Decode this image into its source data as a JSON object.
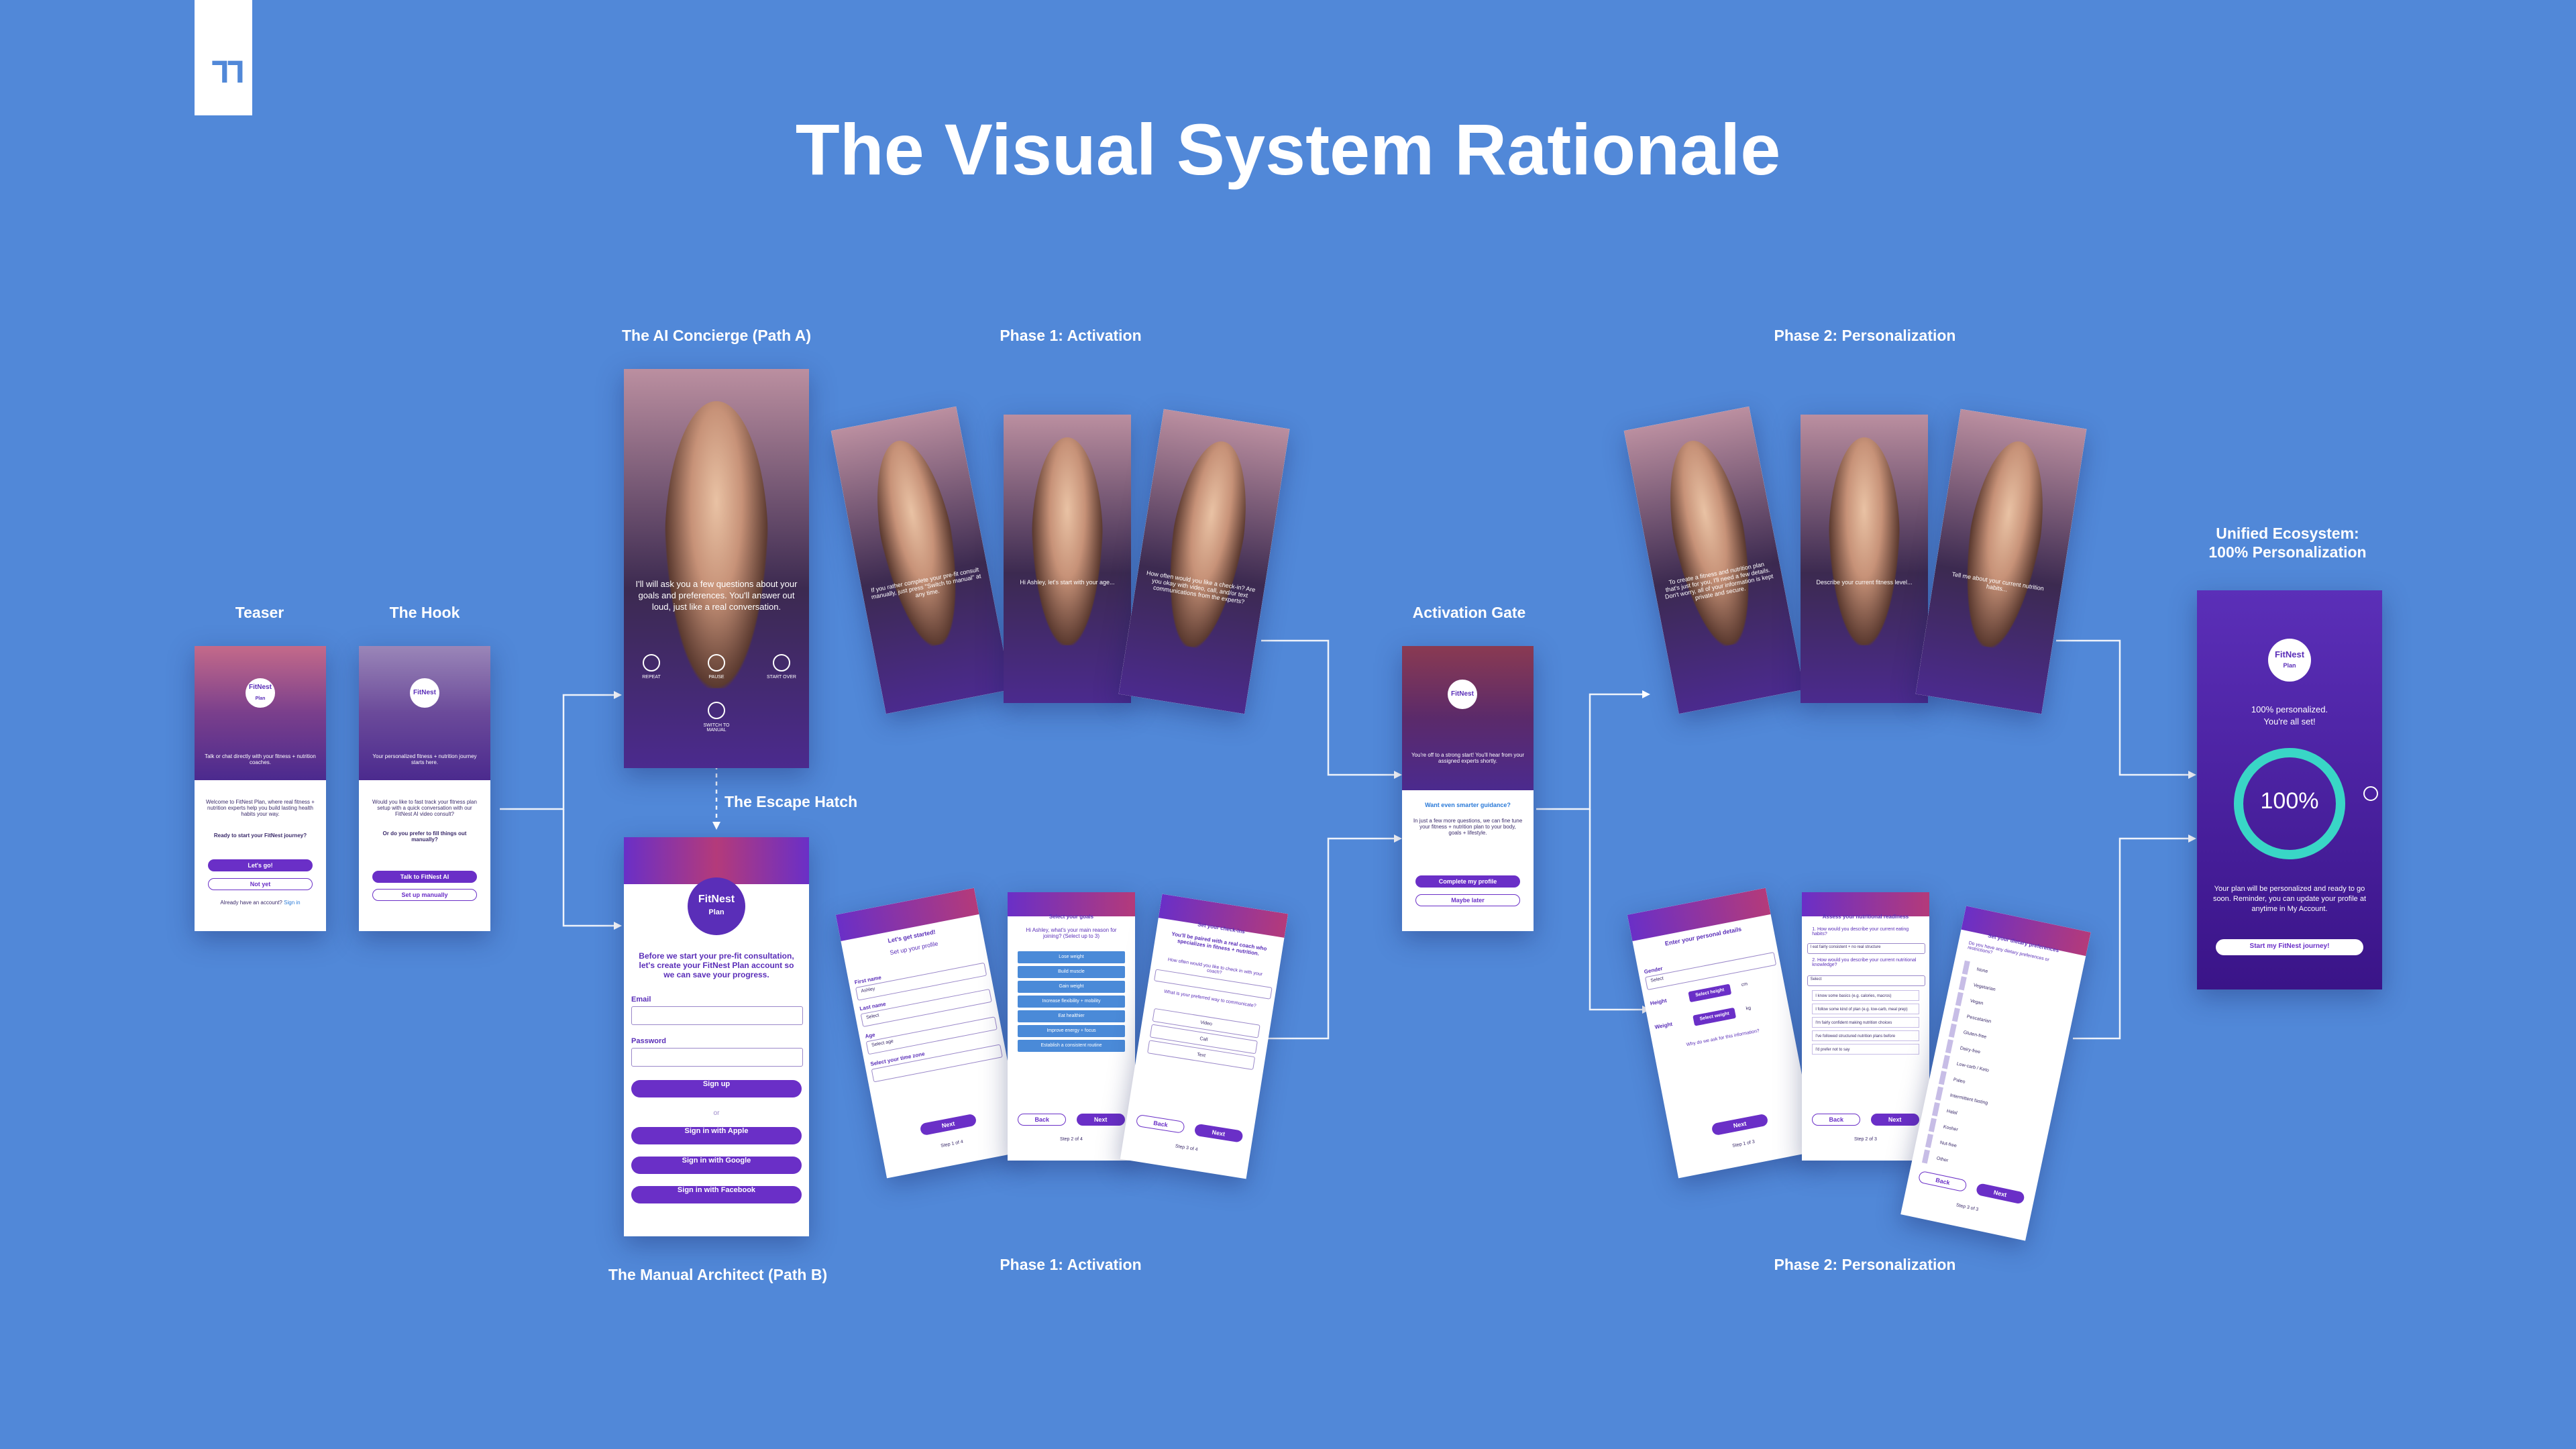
{
  "title": "The Visual System Rationale",
  "labels": {
    "teaser": "Teaser",
    "hook": "The Hook",
    "concierge": "The AI Concierge (Path A)",
    "escape": "The Escape Hatch",
    "manual": "The Manual Architect (Path B)",
    "phase1_top": "Phase 1: Activation",
    "phase1_bottom": "Phase 1: Activation",
    "gate": "Activation Gate",
    "phase2_top": "Phase 2: Personalization",
    "phase2_bottom": "Phase 2: Personalization",
    "unified_line1": "Unified Ecosystem:",
    "unified_line2": "100% Personalization"
  },
  "teaser_screen": {
    "logo_name": "FitNest",
    "logo_sub": "Plan",
    "hero_caption": "Talk or chat directly with your fitness + nutrition coaches.",
    "welcome": "Welcome to FitNest Plan, where real fitness + nutrition experts help you build lasting health habits your way.",
    "prompt": "Ready to start your FitNest journey?",
    "primary": "Let's go!",
    "secondary": "Not yet",
    "signin_text": "Already have an account?",
    "signin_link": "Sign in"
  },
  "hook_screen": {
    "logo_name": "FitNest",
    "hero_caption": "Your personalized fitness + nutrition journey starts here.",
    "question": "Would you like to fast track your fitness plan setup with a quick conversation with our FitNest AI video consult?",
    "alt": "Or do you prefer to fill things out manually?",
    "primary": "Talk to FitNest AI",
    "secondary": "Set up manually"
  },
  "concierge_screen": {
    "caption": "I'll will ask you a few questions about your goals and preferences. You'll answer out loud, just like a real conversation.",
    "controls": [
      "REPEAT",
      "PAUSE",
      "START OVER"
    ],
    "switch": "SWITCH TO MANUAL"
  },
  "manual_screen": {
    "logo_name": "FitNest",
    "logo_sub": "Plan",
    "intro": "Before we start your pre-fit consultation, let's create your FitNest Plan account so we can save your progress.",
    "email_label": "Email",
    "password_label": "Password",
    "signup": "Sign up",
    "or": "or",
    "apple": "Sign in with Apple",
    "google": "Sign in with Google",
    "facebook": "Sign in with Facebook"
  },
  "phase1_video_captions": [
    "If you rather complete your pre-fit consult manually, just press \"Switch to manual\" at any time.",
    "Hi Ashley, let's start with your age...",
    "How often would you like a check-in? Are you okay with video, call, and/or text communications from the experts?"
  ],
  "phase1_forms": [
    {
      "title": "Let's get started!",
      "subtitle": "Set up your profile",
      "fields": [
        "First name",
        "Ashley",
        "Last name",
        "Select",
        "Age",
        "Select age",
        "Select your time zone"
      ],
      "next": "Next",
      "step": "Step 1 of 4"
    },
    {
      "title": "Select your goals",
      "question": "Hi Ashley, what's your main reason for joining? (Select up to 3)",
      "options": [
        "Lose weight",
        "Build muscle",
        "Gain weight",
        "Increase flexibility + mobility",
        "Eat healthier",
        "Improve energy + focus",
        "Establish a consistent routine"
      ],
      "back": "Back",
      "next": "Next",
      "step": "Step 2 of 4"
    },
    {
      "title": "Set your check-ins",
      "question": "You'll be paired with a real coach who specializes in fitness + nutrition.",
      "q2": "How often would you like to check in with your coach?",
      "q3": "What is your preferred way to communicate?",
      "options": [
        "Video",
        "Call",
        "Text"
      ],
      "back": "Back",
      "next": "Next",
      "step": "Step 3 of 4"
    }
  ],
  "gate_screen": {
    "logo_name": "FitNest",
    "hero_caption": "You're off to a strong start! You'll hear from your assigned experts shortly.",
    "question": "Want even smarter guidance?",
    "body": "In just a few more questions, we can fine tune your fitness + nutrition plan to your body, goals + lifestyle.",
    "primary": "Complete my profile",
    "secondary": "Maybe later"
  },
  "phase2_video_captions": [
    "To create a fitness and nutrition plan that's just for you, I'll need a few details. Don't worry, all of your information is kept private and secure.",
    "Describe your current fitness level...",
    "Tell me about your current nutrition habits..."
  ],
  "phase2_forms": [
    {
      "title": "Enter your personal details",
      "fields": [
        "Gender",
        "Select",
        "Height",
        "Select height",
        "Weight",
        "Select weight"
      ],
      "units": [
        "cm",
        "kg"
      ],
      "question": "Why do we ask for this information?",
      "next": "Next",
      "step": "Step 1 of 3"
    },
    {
      "title": "Assess your nutritional readiness",
      "q1": "1. How would you describe your current eating habits?",
      "a1": "I eat fairly consistent + no real structure",
      "q2": "2. How would you describe your current nutritional knowledge?",
      "select": "Select",
      "options": [
        "I know some basics (e.g. calories, macros)",
        "I follow some kind of plan (e.g. low-carb, meal prep)",
        "I'm fairly confident making nutrition choices",
        "I've followed structured nutrition plans before",
        "I'd prefer not to say"
      ],
      "back": "Back",
      "next": "Next",
      "step": "Step 2 of 3"
    },
    {
      "title": "Set your dietary preferences",
      "question": "Do you have any dietary preferences or restrictions?",
      "options": [
        "None",
        "Vegetarian",
        "Vegan",
        "Pescatarian",
        "Gluten-free",
        "Dairy-free",
        "Low-carb / Keto",
        "Paleo",
        "Intermittent fasting",
        "Halal",
        "Kosher",
        "Nut-free",
        "Other"
      ],
      "back": "Back",
      "next": "Next",
      "step": "Step 3 of 3"
    }
  ],
  "final_screen": {
    "logo_name": "FitNest",
    "logo_sub": "Plan",
    "line1": "100% personalized.",
    "line2": "You're all set!",
    "percent": 100,
    "percent_label": "100%",
    "body": "Your plan will be personalized and ready to go soon. Reminder, you can update your profile at anytime in My Account.",
    "button": "Start my FitNest journey!"
  },
  "colors": {
    "background": "#5188d8",
    "brand_purple": "#6a2fc7",
    "accent_teal": "#39d6c6"
  }
}
